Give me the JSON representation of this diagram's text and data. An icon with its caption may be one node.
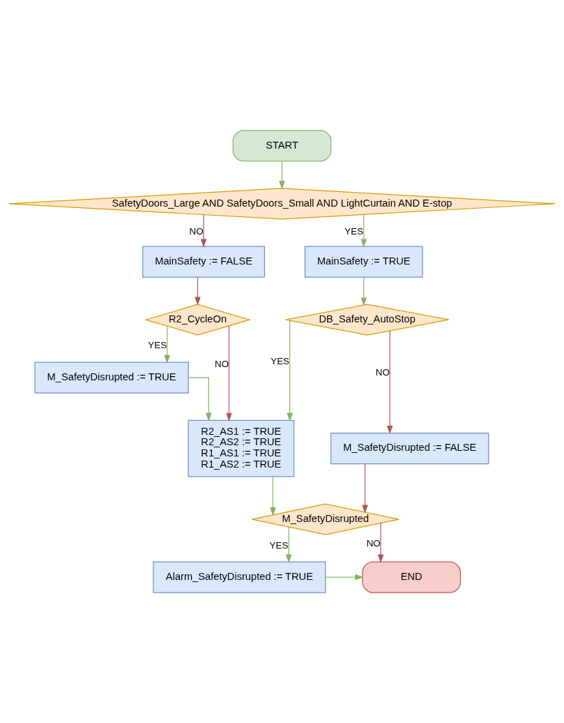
{
  "diagram": {
    "nodes": [
      {
        "text": [
          "START"
        ]
      },
      {
        "text": [
          "SafetyDoors_Large AND SafetyDoors_Small AND LightCurtain AND E-stop"
        ]
      },
      {
        "text": [
          "MainSafety := FALSE"
        ]
      },
      {
        "text": [
          "MainSafety := TRUE"
        ]
      },
      {
        "text": [
          "R2_CycleOn"
        ]
      },
      {
        "text": [
          "DB_Safety_AutoStop"
        ]
      },
      {
        "text": [
          "M_SafetyDisrupted := TRUE"
        ]
      },
      {
        "text": [
          "R2_AS1 := TRUE",
          "R2_AS2 := TRUE",
          "R1_AS1 := TRUE",
          "R1_AS2 := TRUE"
        ]
      },
      {
        "text": [
          "M_SafetyDisrupted := FALSE"
        ]
      },
      {
        "text": [
          "M_SafetyDisrupted"
        ]
      },
      {
        "text": [
          "Alarm_SafetyDisrupted := TRUE"
        ]
      },
      {
        "text": [
          "END"
        ]
      }
    ],
    "edges": [
      {
        "from": 0,
        "to": 1,
        "arrow": "to"
      },
      {
        "from": 1,
        "to": 3,
        "arrow": "to",
        "label": "YES"
      },
      {
        "from": 1,
        "to": 2,
        "arrow": "to",
        "label": "NO",
        "color": "#b85450"
      },
      {
        "from": 2,
        "to": 4,
        "arrow": "to",
        "color": "#b85450"
      },
      {
        "from": 4,
        "to": 6,
        "arrow": "to",
        "label": "YES"
      },
      {
        "from": 4,
        "to": 7,
        "arrow": "to",
        "label": "NO",
        "color": "#b85450"
      },
      {
        "from": 6,
        "to": 7,
        "arrow": "to"
      },
      {
        "from": 3,
        "to": 5,
        "arrow": "to"
      },
      {
        "from": 5,
        "to": 7,
        "arrow": "to",
        "label": "YES"
      },
      {
        "from": 5,
        "to": 8,
        "arrow": "to",
        "label": "NO",
        "color": "#b85450"
      },
      {
        "from": 7,
        "to": 9,
        "arrow": "to"
      },
      {
        "from": 8,
        "to": 9,
        "arrow": "to",
        "color": "#b85450"
      },
      {
        "from": 9,
        "to": 10,
        "arrow": "to",
        "label": "YES"
      },
      {
        "from": 9,
        "to": 11,
        "arrow": "to",
        "label": "NO",
        "color": "#b85450"
      },
      {
        "from": 10,
        "to": 11,
        "arrow": "to"
      }
    ]
  }
}
